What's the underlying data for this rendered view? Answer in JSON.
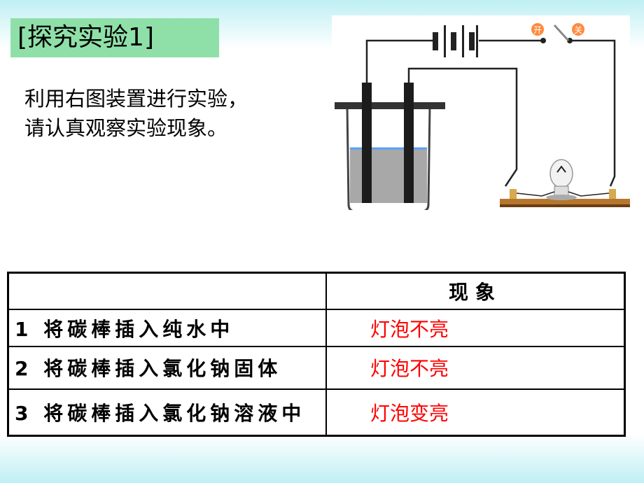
{
  "slide": {
    "title": "[探究实验1]",
    "intro_lines": [
      "利用右图装置进行实验，",
      "请认真观察实验现象。"
    ]
  },
  "apparatus": {
    "switch_label_open": "开",
    "switch_label_close": "关"
  },
  "table": {
    "header_blank": "",
    "header_phenomenon": "现象",
    "rows": [
      {
        "step": "1 将碳棒插入纯水中",
        "result": "灯泡不亮"
      },
      {
        "step": "2 将碳棒插入氯化钠固体",
        "result": "灯泡不亮"
      },
      {
        "step": "3 将碳棒插入氯化钠溶液中",
        "result": "灯泡变亮"
      }
    ]
  },
  "colors": {
    "title_bg": "#8fe0a8",
    "result_text": "#ff0000",
    "solution": "#a8a8a8",
    "water_line": "#5aa0ff"
  }
}
